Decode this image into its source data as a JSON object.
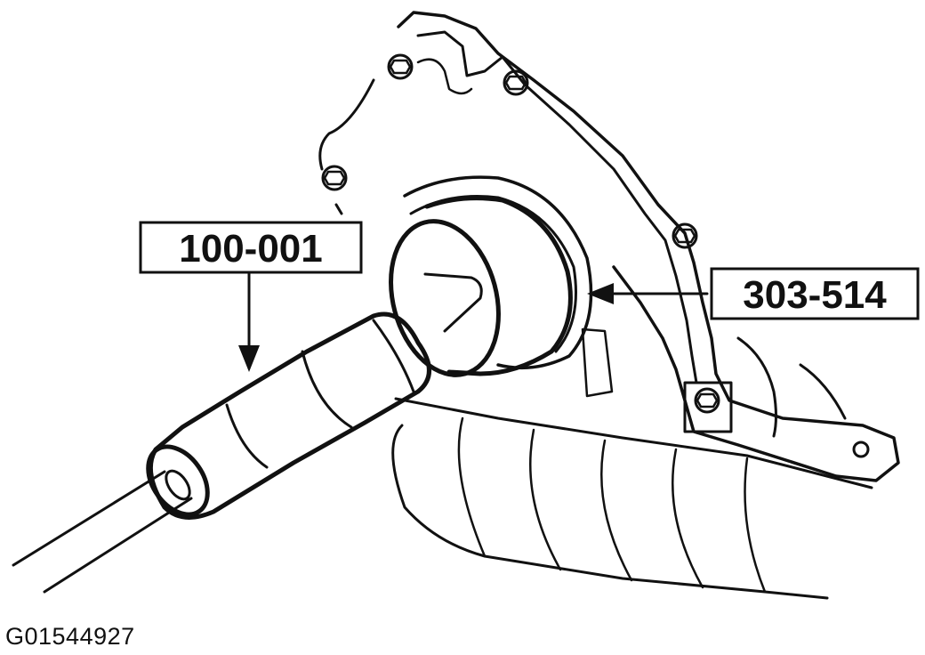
{
  "callouts": {
    "left_tool": "100-001",
    "right_tool": "303-514"
  },
  "figure_id": "G01544927",
  "colors": {
    "ink": "#111111",
    "background": "#ffffff"
  }
}
